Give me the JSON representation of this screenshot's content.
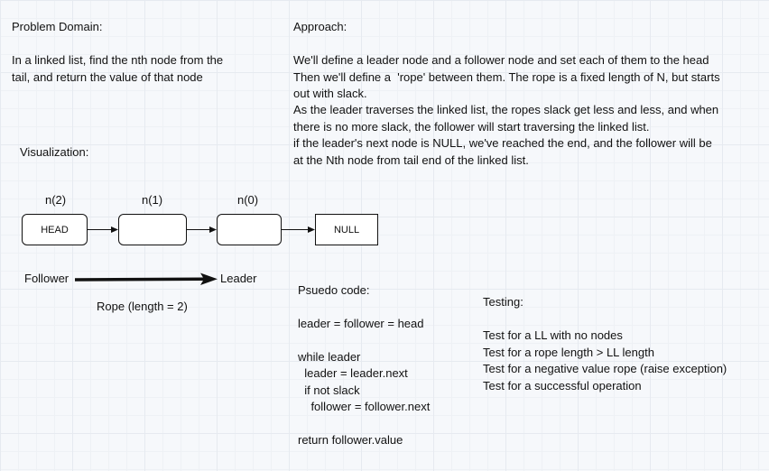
{
  "problem": {
    "heading": "Problem Domain:",
    "text_lines": [
      "In a linked list, find the nth node from the",
      "tail, and return the value of that node"
    ]
  },
  "approach": {
    "heading": "Approach:",
    "lines": [
      "We'll define a leader node and a follower node and set each of them to the head",
      "Then we'll define a  'rope' between them. The rope is a fixed length of N, but starts",
      "out with slack.",
      "As the leader traverses the linked list, the ropes slack get less and less, and when",
      "there is no more slack, the follower will start traversing the linked list.",
      "if the leader's next node is NULL, we've reached the end, and the follower will be",
      "at the Nth node from tail end of the linked list."
    ]
  },
  "visualization": {
    "heading": "Visualization:",
    "node_labels": [
      "n(2)",
      "n(1)",
      "n(0)"
    ],
    "nodes": [
      "HEAD",
      "",
      "",
      "NULL"
    ],
    "follower_label": "Follower",
    "leader_label": "Leader",
    "rope_caption": "Rope (length = 2)"
  },
  "pseudo": {
    "heading": "Psuedo code:",
    "lines": [
      "leader = follower = head",
      "",
      "while leader",
      "  leader = leader.next",
      "  if not slack",
      "    follower = follower.next",
      "",
      "return follower.value"
    ]
  },
  "testing": {
    "heading": "Testing:",
    "lines": [
      "Test for a LL with no nodes",
      "Test for a rope length > LL length",
      "Test for a negative value rope (raise exception)",
      "Test for a successful operation"
    ]
  }
}
